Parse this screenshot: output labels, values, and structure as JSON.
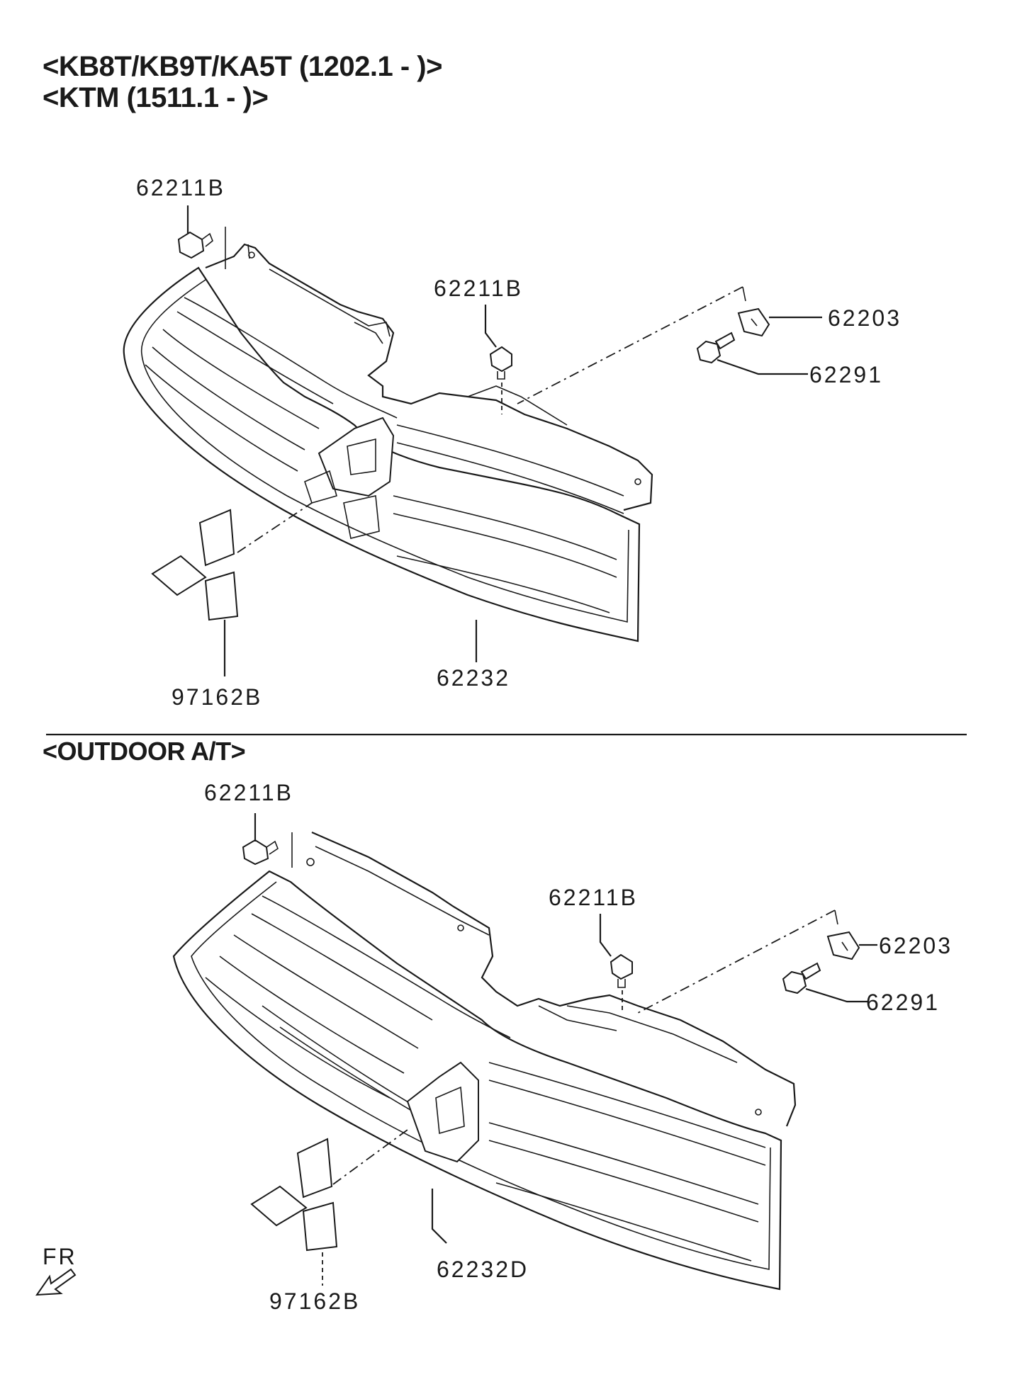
{
  "sections": {
    "top_heading_line1": "<KB8T/KB9T/KA5T (1202.1 - )>",
    "top_heading_line2": "<KTM (1511.1 - )>",
    "bottom_heading": "<OUTDOOR A/T>"
  },
  "top_callouts": {
    "clip_left": "62211B",
    "clip_center": "62211B",
    "nut": "62203",
    "bolt": "62291",
    "emblem": "97162B",
    "grille": "62232"
  },
  "bottom_callouts": {
    "clip_left": "62211B",
    "clip_center": "62211B",
    "nut": "62203",
    "bolt": "62291",
    "emblem": "97162B",
    "grille": "62232D"
  },
  "orientation": {
    "label": "FR",
    "icon": "front-arrow-icon"
  }
}
